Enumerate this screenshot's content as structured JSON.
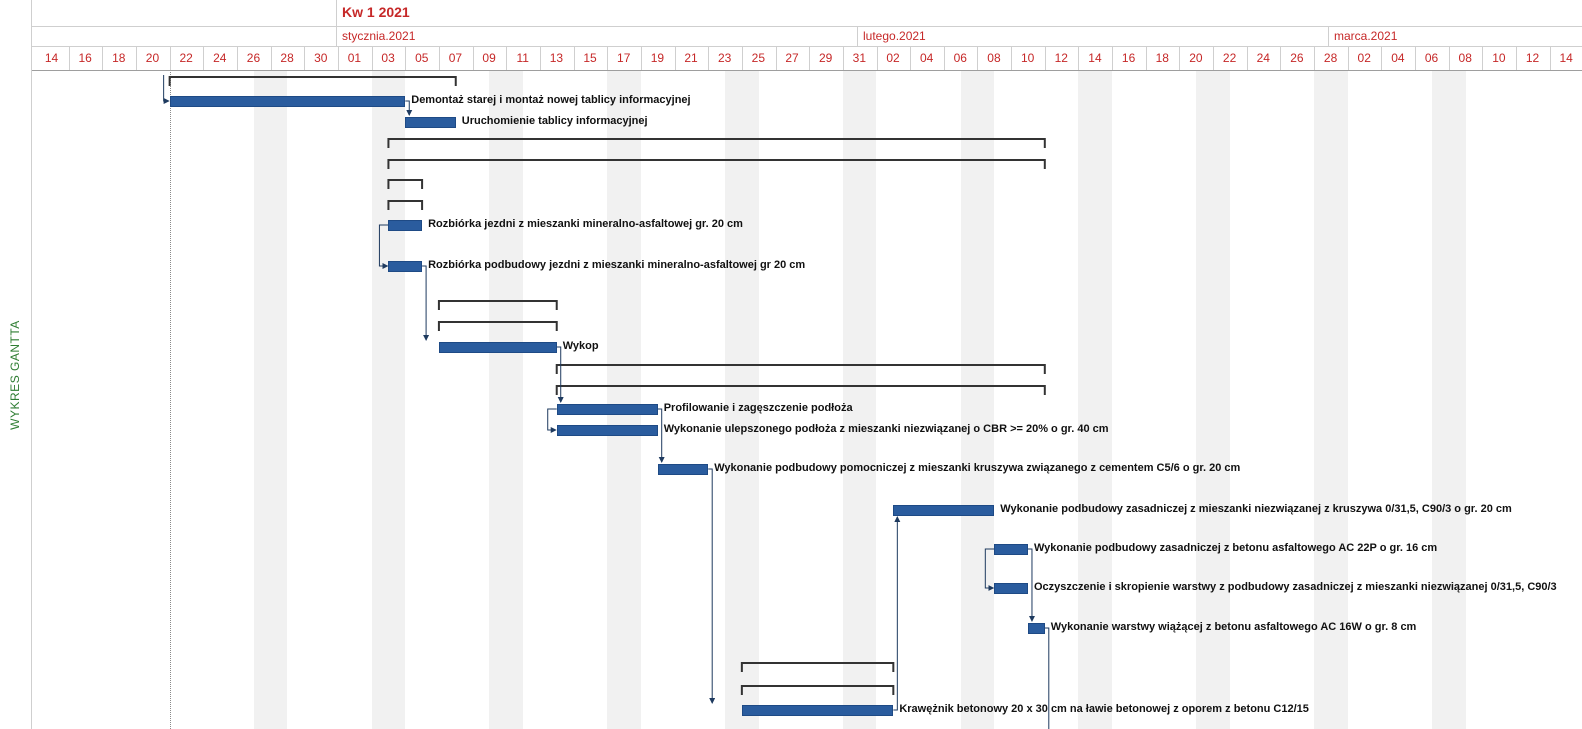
{
  "side_label": "WYKRES GANTTA",
  "header": {
    "quarter": "Kw 1 2021",
    "months": [
      "stycznia.2021",
      "lutego.2021",
      "marca.2021"
    ],
    "days": [
      "14",
      "16",
      "18",
      "20",
      "22",
      "24",
      "26",
      "28",
      "30",
      "01",
      "03",
      "05",
      "07",
      "09",
      "11",
      "13",
      "15",
      "17",
      "19",
      "21",
      "23",
      "25",
      "27",
      "29",
      "31",
      "02",
      "04",
      "06",
      "08",
      "10",
      "12",
      "14",
      "16",
      "18",
      "20",
      "22",
      "24",
      "26",
      "28",
      "02",
      "04",
      "06",
      "08",
      "10",
      "12",
      "14"
    ]
  },
  "colors": {
    "bar": "#2a5c9e",
    "header_text": "#c62828",
    "side_label": "#2e7d32",
    "link": "#1e3a5f",
    "summary": "#333333"
  },
  "tasks": [
    {
      "name": "Demontaż starej i montaż nowej tablicy informacyjnej",
      "start": "2020-12-21",
      "end": "2021-01-04"
    },
    {
      "name": "Uruchomienie tablicy informacyjnej",
      "start": "2021-01-04",
      "end": "2021-01-07"
    },
    {
      "name": "Rozbiórka jezdni z mieszanki mineralno-asfaltowej gr. 20 cm",
      "start": "2021-01-03",
      "end": "2021-01-05"
    },
    {
      "name": "Rozbiórka podbudowy jezdni z mieszanki mineralno-asfaltowej gr 20 cm",
      "start": "2021-01-03",
      "end": "2021-01-05"
    },
    {
      "name": "Wykop",
      "start": "2021-01-06",
      "end": "2021-01-13"
    },
    {
      "name": "Profilowanie i zagęszczenie podłoża",
      "start": "2021-01-13",
      "end": "2021-01-19"
    },
    {
      "name": "Wykonanie ulepszonego podłoża z mieszanki niezwiązanej o CBR >= 20% o gr. 40 cm",
      "start": "2021-01-13",
      "end": "2021-01-19"
    },
    {
      "name": "Wykonanie podbudowy pomocniczej z mieszanki kruszywa związanego z cementem C5/6 o gr. 20 cm",
      "start": "2021-01-19",
      "end": "2021-01-22"
    },
    {
      "name": "Wykonanie podbudowy zasadniczej z mieszanki niezwiązanej z kruszywa 0/31,5, C90/3 o gr. 20 cm",
      "start": "2021-02-02",
      "end": "2021-02-08"
    },
    {
      "name": "Wykonanie podbudowy zasadniczej z betonu asfaltowego AC 22P o gr. 16 cm",
      "start": "2021-02-08",
      "end": "2021-02-10"
    },
    {
      "name": "Oczyszczenie i skropienie warstwy z podbudowy zasadniczej z mieszanki niezwiązanej 0/31,5, C90/3",
      "start": "2021-02-08",
      "end": "2021-02-10"
    },
    {
      "name": "Wykonanie warstwy wiążącej z betonu asfaltowego AC 16W o gr. 8 cm",
      "start": "2021-02-10",
      "end": "2021-02-11"
    },
    {
      "name": "Krawężnik betonowy 20 x 30 cm na ławie betonowej z oporem z betonu C12/15",
      "start": "2021-01-24",
      "end": "2021-02-02"
    }
  ]
}
